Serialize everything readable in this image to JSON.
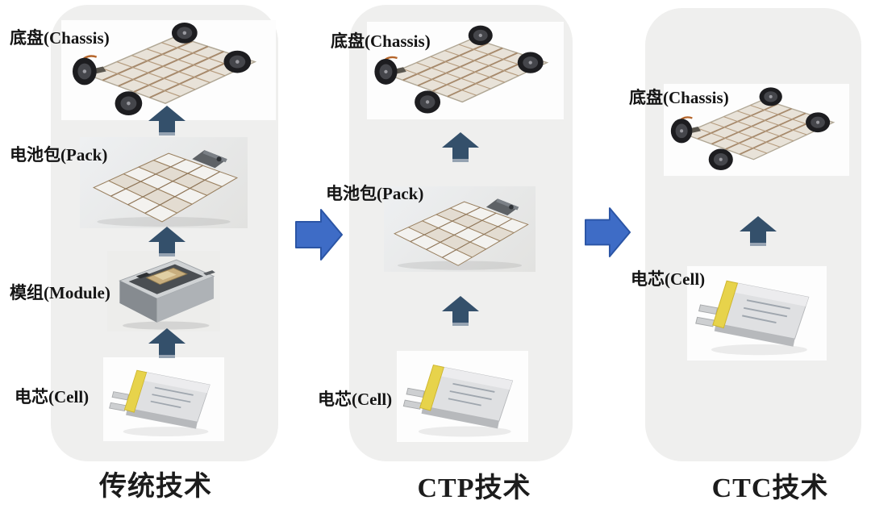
{
  "diagram": {
    "description": "Battery integration technology comparison flow diagram",
    "columns": [
      {
        "title": "传统技术",
        "levels": [
          {
            "label": "底盘(Chassis)",
            "image": "chassis-photo"
          },
          {
            "label": "电池包(Pack)",
            "image": "battery-pack-photo"
          },
          {
            "label": "模组(Module)",
            "image": "battery-module-photo"
          },
          {
            "label": "电芯(Cell)",
            "image": "battery-cell-photo"
          }
        ]
      },
      {
        "title": "CTP技术",
        "levels": [
          {
            "label": "底盘(Chassis)",
            "image": "chassis-photo"
          },
          {
            "label": "电池包(Pack)",
            "image": "battery-pack-photo"
          },
          {
            "label": "电芯(Cell)",
            "image": "battery-cell-photo"
          }
        ]
      },
      {
        "title": "CTC技术",
        "levels": [
          {
            "label": "底盘(Chassis)",
            "image": "chassis-photo"
          },
          {
            "label": "电芯(Cell)",
            "image": "battery-cell-photo"
          }
        ]
      }
    ],
    "icons": {
      "step_arrow": "up-block-arrow",
      "flow_arrow": "right-block-arrow"
    },
    "colors": {
      "page_bg": "#ffffff",
      "panel_bg": "#efefee",
      "flow_arrow_blue": "#3e6cc6",
      "step_arrow_dark": "#34506b",
      "cell_tape_yellow": "#e7d34b",
      "label_text": "#141414"
    }
  }
}
